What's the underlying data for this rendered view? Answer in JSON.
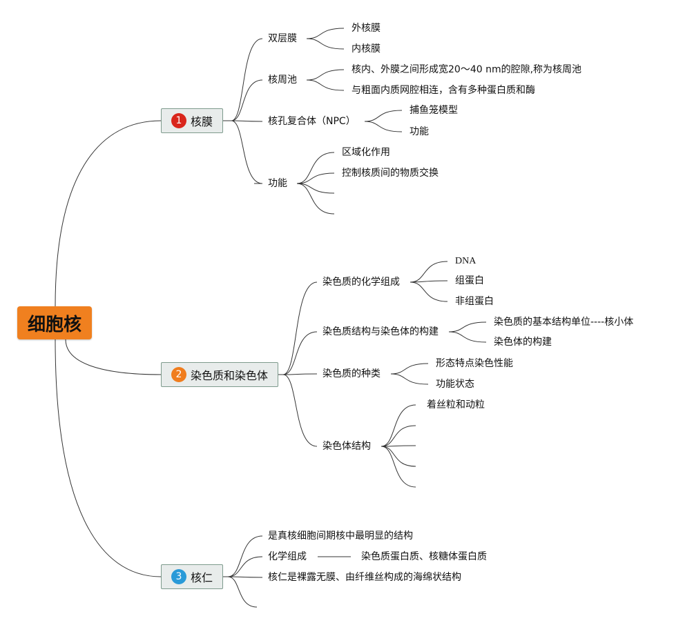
{
  "root": {
    "label": "细胞核",
    "color": "#f0801f"
  },
  "branches": [
    {
      "number": "1",
      "badge_color": "#d9261c",
      "label": "核膜",
      "children": [
        {
          "label": "双层膜",
          "children": [
            "外核膜",
            "内核膜"
          ]
        },
        {
          "label": "核周池",
          "children": [
            "核内、外膜之间形成宽20～40 nm的腔隙,称为核周池",
            "与粗面内质网腔相连，含有多种蛋白质和酶"
          ]
        },
        {
          "label": "核孔复合体（NPC）",
          "children": [
            "捕鱼笼模型",
            "功能"
          ]
        },
        {
          "label": "功能",
          "children": [
            "区域化作用",
            "控制核质间的物质交换",
            "",
            ""
          ]
        }
      ]
    },
    {
      "number": "2",
      "badge_color": "#f07d1e",
      "label": "染色质和染色体",
      "children": [
        {
          "label": "染色质的化学组成",
          "children": [
            "DNA",
            "组蛋白",
            "非组蛋白"
          ]
        },
        {
          "label": "染色质结构与染色体的构建",
          "children": [
            "染色质的基本结构单位----核小体",
            "染色体的构建"
          ]
        },
        {
          "label": "染色质的种类",
          "children": [
            "形态特点染色性能",
            "功能状态"
          ]
        },
        {
          "label": "染色体结构",
          "children": [
            "着丝粒和动粒",
            "",
            "",
            "",
            ""
          ]
        }
      ]
    },
    {
      "number": "3",
      "badge_color": "#2a9ad8",
      "label": "核仁",
      "children": [
        {
          "label": "是真核细胞间期核中最明显的结构",
          "children": []
        },
        {
          "label": "化学组成",
          "children": [
            "染色质蛋白质、核糖体蛋白质"
          ]
        },
        {
          "label": "核仁是裸露无膜、由纤维丝构成的海绵状结构",
          "children": []
        },
        {
          "label": "",
          "children": []
        }
      ]
    }
  ]
}
